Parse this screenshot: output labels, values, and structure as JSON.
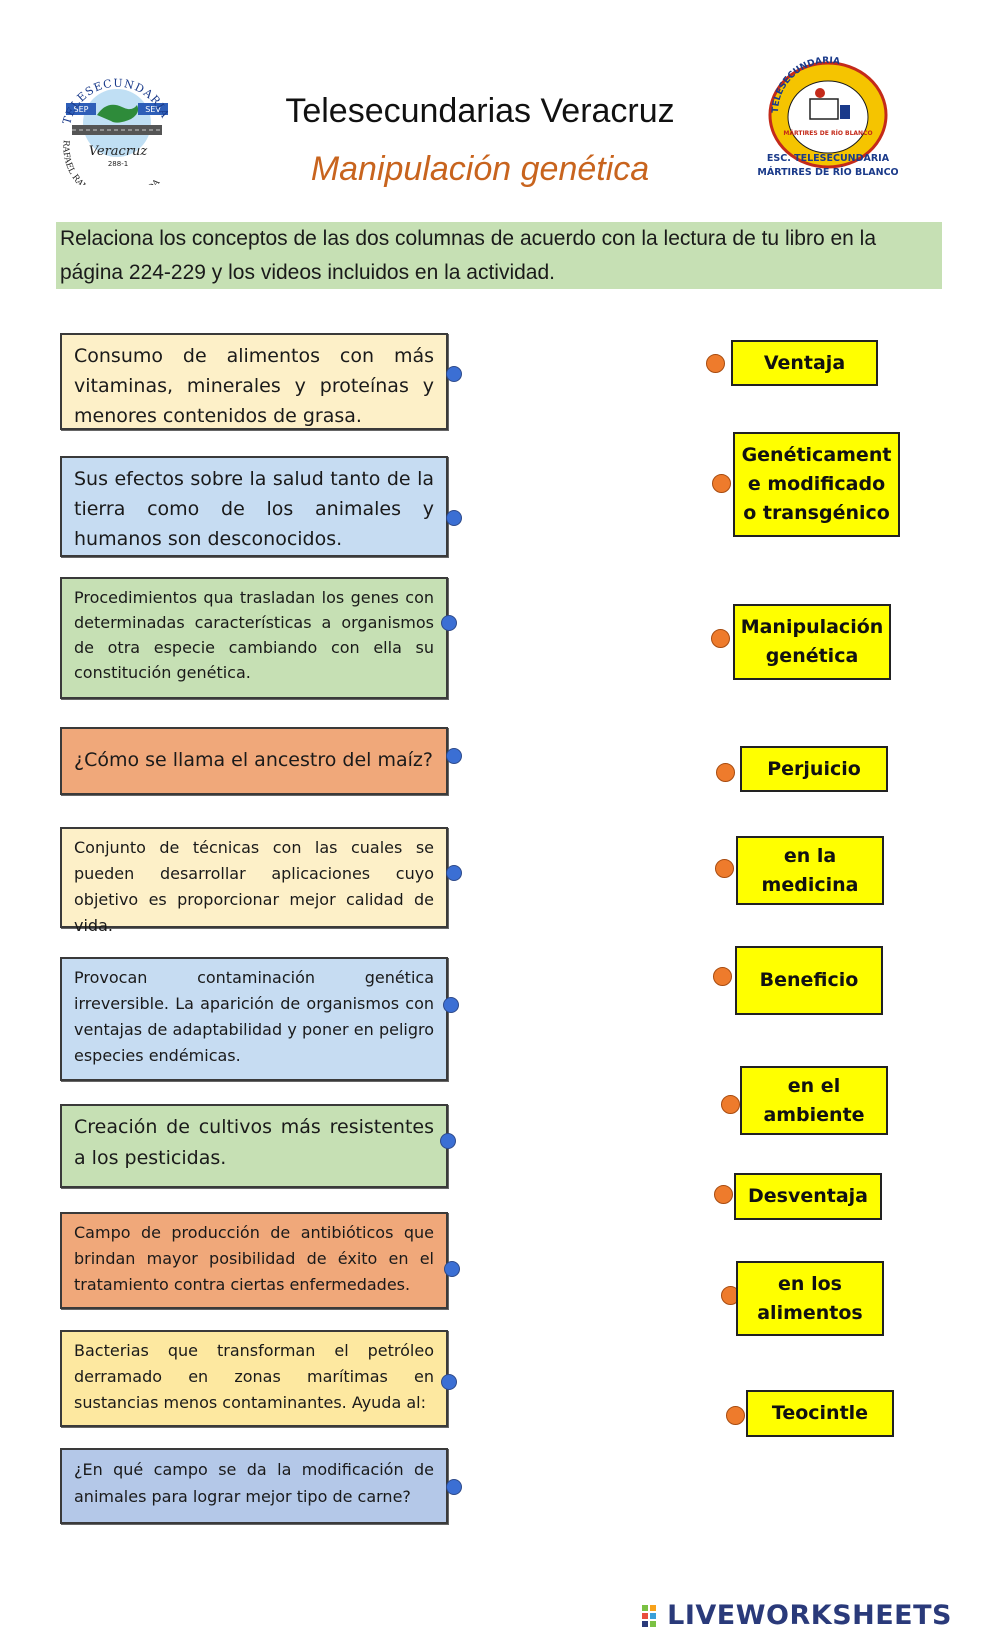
{
  "header": {
    "title": "Telesecundarias Veracruz",
    "subtitle": "Manipulación genética",
    "logo_left": {
      "arc_text": "TELESECUNDARIA",
      "left_label": "SEP",
      "right_label": "SEV",
      "script_text": "Veracruz",
      "code": "288-1",
      "bottom_arc": "RAFAEL RAMÍREZ CASTAÑEDA"
    },
    "logo_right": {
      "top_arc": "TELESECUNDARIA",
      "inner_text": "MÁRTIRES DE RÍO BLANCO",
      "line1": "ESC. TELESECUNDARIA",
      "line2": "\"MÁRTIRES DE RÍO BLANCO\""
    }
  },
  "instructions": "Relaciona los conceptos de las dos columnas de acuerdo con la lectura de tu libro en la página 224-229 y los videos incluidos en la actividad.",
  "questions": [
    {
      "text": "Consumo de alimentos con más vitaminas, minerales y proteínas y menores contenidos de grasa.",
      "color": "#fdf0c8"
    },
    {
      "text": "Sus efectos sobre la salud tanto de la tierra como de los animales y humanos son desconocidos.",
      "color": "#c6dcf2"
    },
    {
      "text": "Procedimientos qua trasladan los genes con determinadas características a organismos de otra especie cambiando con ella su constitución genética.",
      "color": "#c6e0b4"
    },
    {
      "text": "¿Cómo se llama el ancestro del maíz?",
      "color": "#f0a87a"
    },
    {
      "text": "Conjunto de técnicas con las cuales se pueden desarrollar aplicaciones cuyo objetivo es proporcionar mejor calidad de vida.",
      "color": "#fdf0c8"
    },
    {
      "text": "Provocan contaminación genética irreversible. La aparición de organismos con ventajas de adaptabilidad y poner en peligro especies endémicas.",
      "color": "#c6dcf2"
    },
    {
      "text": "Creación de cultivos más resistentes a los pesticidas.",
      "color": "#c6e0b4"
    },
    {
      "text": "Campo de producción de antibióticos que brindan mayor posibilidad de éxito en el tratamiento contra ciertas enfermedades.",
      "color": "#f0a87a"
    },
    {
      "text": "Bacterias que transforman el petróleo derramado en zonas marítimas en sustancias menos contaminantes. Ayuda al:",
      "color": "#fde8a0"
    },
    {
      "text": "¿En qué campo se da la modificación de animales para lograr mejor tipo de carne?",
      "color": "#b4c8e8"
    }
  ],
  "answers": [
    {
      "label": "Ventaja"
    },
    {
      "label": "Genéticament e modificado o transgénico"
    },
    {
      "label": "Manipulación genética"
    },
    {
      "label": "Perjuicio"
    },
    {
      "label": "en la medicina"
    },
    {
      "label": "Beneficio"
    },
    {
      "label": "en el ambiente"
    },
    {
      "label": "Desventaja"
    },
    {
      "label": "en los alimentos"
    },
    {
      "label": "Teocintle"
    }
  ],
  "colors": {
    "question_dot": "#3b6fd4",
    "answer_dot": "#ee7b2c",
    "answer_fill": "#ffff00",
    "subtitle": "#c8641e",
    "instructions_bg": "#c6e0b4"
  },
  "footer": {
    "brand": "LIVEWORKSHEETS",
    "icon": "liveworksheets-logo-icon"
  }
}
